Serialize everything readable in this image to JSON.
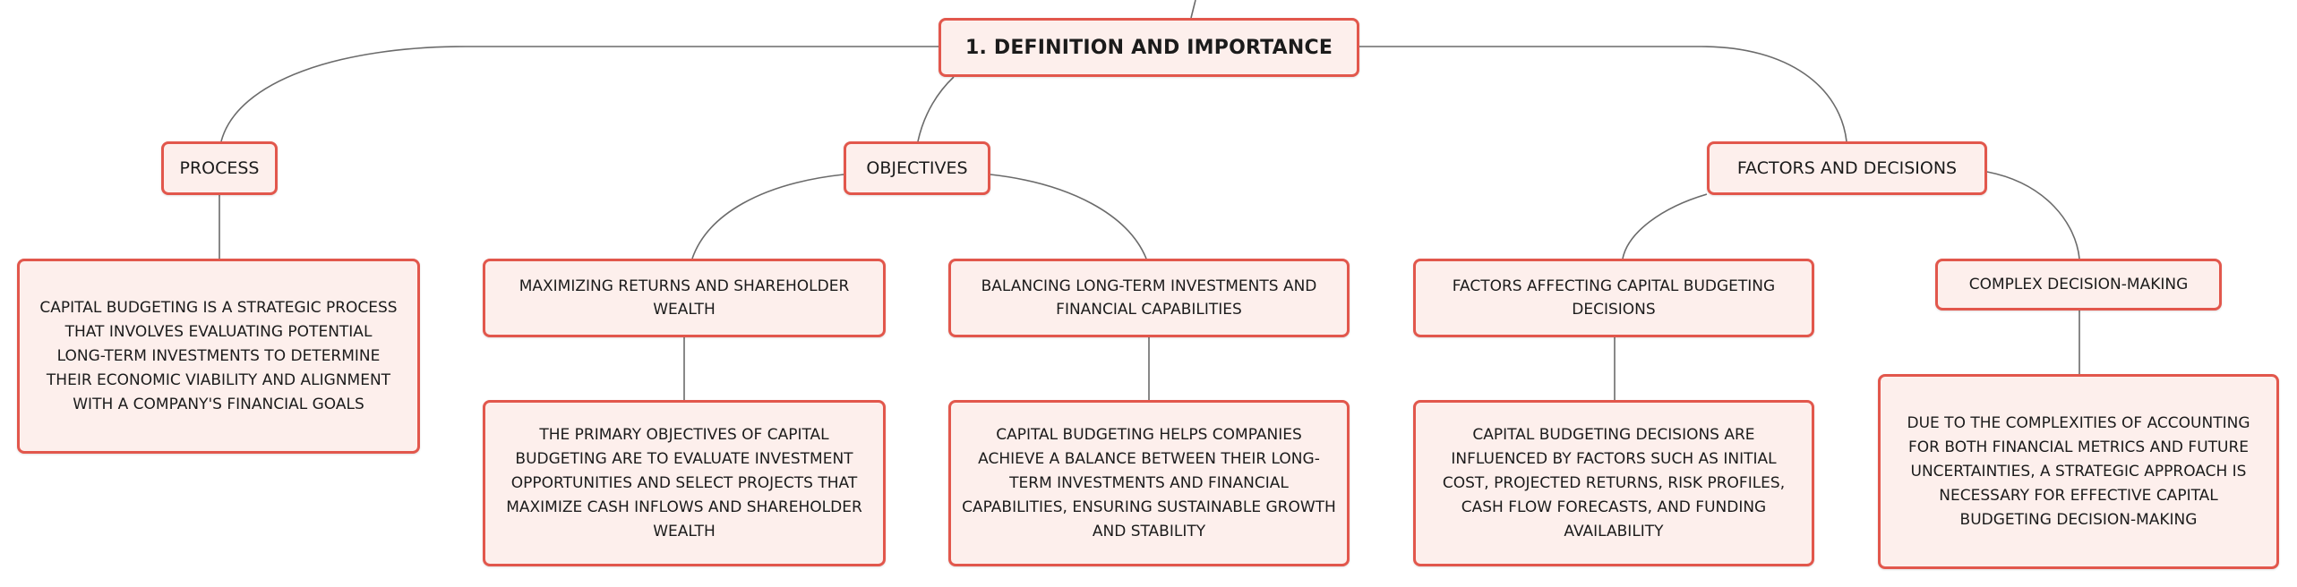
{
  "root": {
    "label": "1. DEFINITION AND IMPORTANCE"
  },
  "topics": {
    "process": "PROCESS",
    "objectives": "OBJECTIVES",
    "factors": "FACTORS AND DECISIONS"
  },
  "subtopics": {
    "maximizing": "MAXIMIZING RETURNS AND SHAREHOLDER WEALTH",
    "balancing": "BALANCING LONG-TERM INVESTMENTS AND FINANCIAL CAPABILITIES",
    "factors_affecting": "FACTORS AFFECTING CAPITAL BUDGETING DECISIONS",
    "complex": "COMPLEX DECISION-MAKING"
  },
  "details": {
    "process": "CAPITAL BUDGETING IS A STRATEGIC PROCESS THAT INVOLVES EVALUATING POTENTIAL LONG-TERM INVESTMENTS TO DETERMINE THEIR ECONOMIC VIABILITY AND ALIGNMENT WITH A COMPANY'S FINANCIAL GOALS",
    "maximizing": "THE PRIMARY OBJECTIVES OF CAPITAL BUDGETING ARE TO EVALUATE INVESTMENT OPPORTUNITIES AND SELECT PROJECTS THAT MAXIMIZE CASH INFLOWS AND SHAREHOLDER WEALTH",
    "balancing": "CAPITAL BUDGETING HELPS COMPANIES ACHIEVE A BALANCE BETWEEN THEIR LONG-TERM INVESTMENTS AND FINANCIAL CAPABILITIES, ENSURING SUSTAINABLE GROWTH AND STABILITY",
    "factors_affecting": "CAPITAL BUDGETING DECISIONS ARE INFLUENCED BY FACTORS SUCH AS INITIAL COST, PROJECTED RETURNS, RISK PROFILES, CASH FLOW FORECASTS, AND FUNDING AVAILABILITY",
    "complex": "DUE TO THE COMPLEXITIES OF ACCOUNTING FOR BOTH FINANCIAL METRICS AND FUTURE UNCERTAINTIES, A STRATEGIC APPROACH IS NECESSARY FOR EFFECTIVE CAPITAL BUDGETING DECISION-MAKING"
  },
  "colors": {
    "border": "#e2574c",
    "fill": "#fdefec",
    "connector": "#6b6b6b"
  }
}
